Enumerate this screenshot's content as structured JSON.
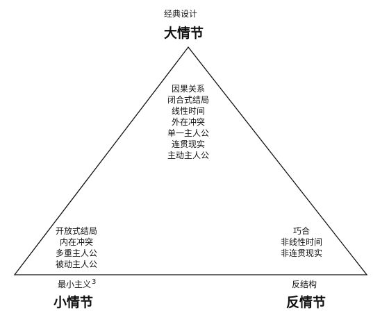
{
  "top": {
    "subtitle": "经典设计",
    "title": "大情节",
    "items": [
      "因果关系",
      "闭合式结局",
      "线性时间",
      "外在冲突",
      "单一主人公",
      "连贯现实",
      "主动主人公"
    ]
  },
  "left": {
    "subtitle": "最小主义",
    "footnote": "3",
    "title": "小情节",
    "items": [
      "开放式结局",
      "内在冲突",
      "多重主人公",
      "被动主人公"
    ]
  },
  "right": {
    "subtitle": "反结构",
    "title": "反情节",
    "items": [
      "巧合",
      "非线性时间",
      "非连贯现实"
    ]
  },
  "colors": {
    "line": "#111111",
    "text": "#111111",
    "background": "#ffffff"
  }
}
